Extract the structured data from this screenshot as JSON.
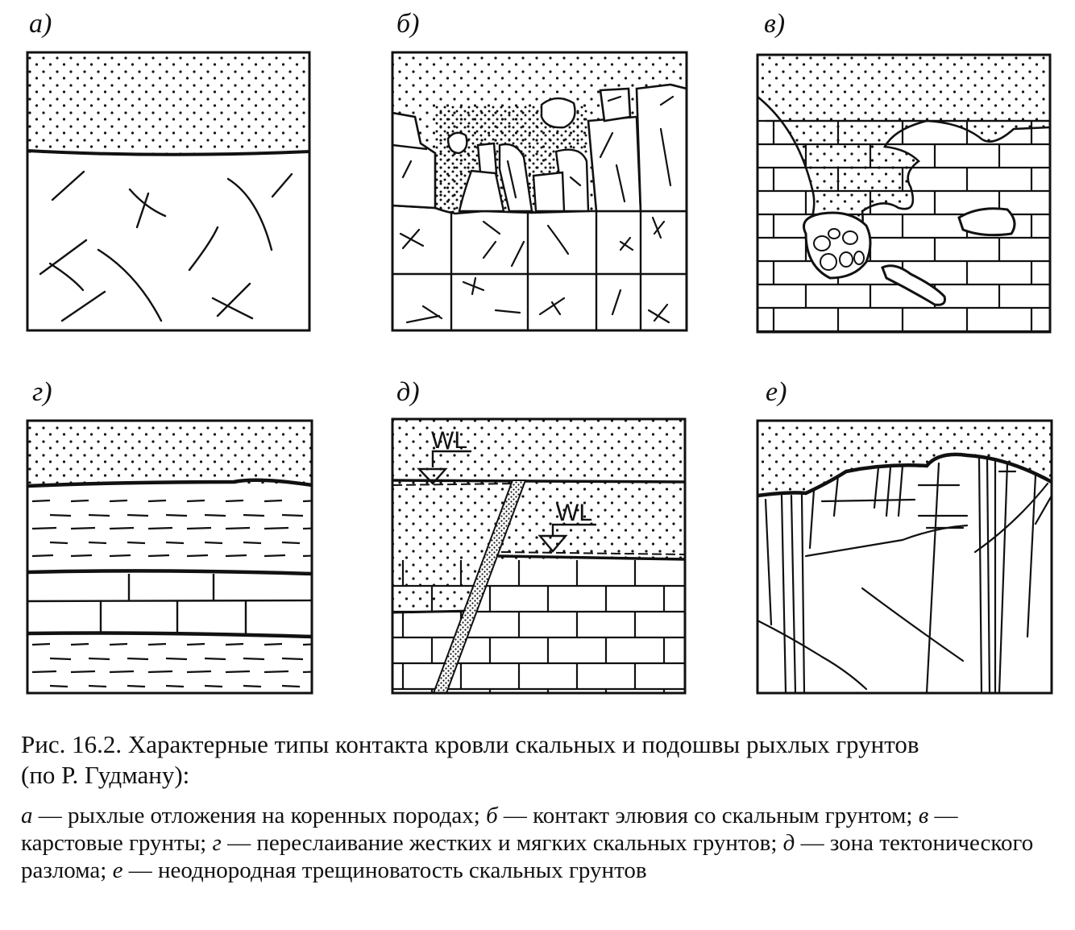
{
  "panels": [
    {
      "id": "a",
      "letter": "а)"
    },
    {
      "id": "b",
      "letter": "б)"
    },
    {
      "id": "v",
      "letter": "в)"
    },
    {
      "id": "g",
      "letter": "г)"
    },
    {
      "id": "d",
      "letter": "д)",
      "labels": [
        "WL",
        "WL"
      ]
    },
    {
      "id": "e",
      "letter": "е)"
    }
  ],
  "caption": {
    "title_line1": "Рис. 16.2. Характерные типы контакта кровли скальных и подошвы рыхлых грунтов",
    "title_line2": "(по Р. Гудману):",
    "legend": [
      {
        "letter": "а",
        "text": " — рыхлые отложения на коренных породах; "
      },
      {
        "letter": "б",
        "text": " — контакт элювия со скальным грунтом; "
      },
      {
        "letter": "в",
        "text": " — карстовые грунты; "
      },
      {
        "letter": "г",
        "text": " — переслаивание жестких и мягких скальных грунтов; "
      },
      {
        "letter": "д",
        "text": " — зона тектонического разлома; "
      },
      {
        "letter": "е",
        "text": " — неоднородная трещиноватость скальных грунтов"
      }
    ]
  }
}
